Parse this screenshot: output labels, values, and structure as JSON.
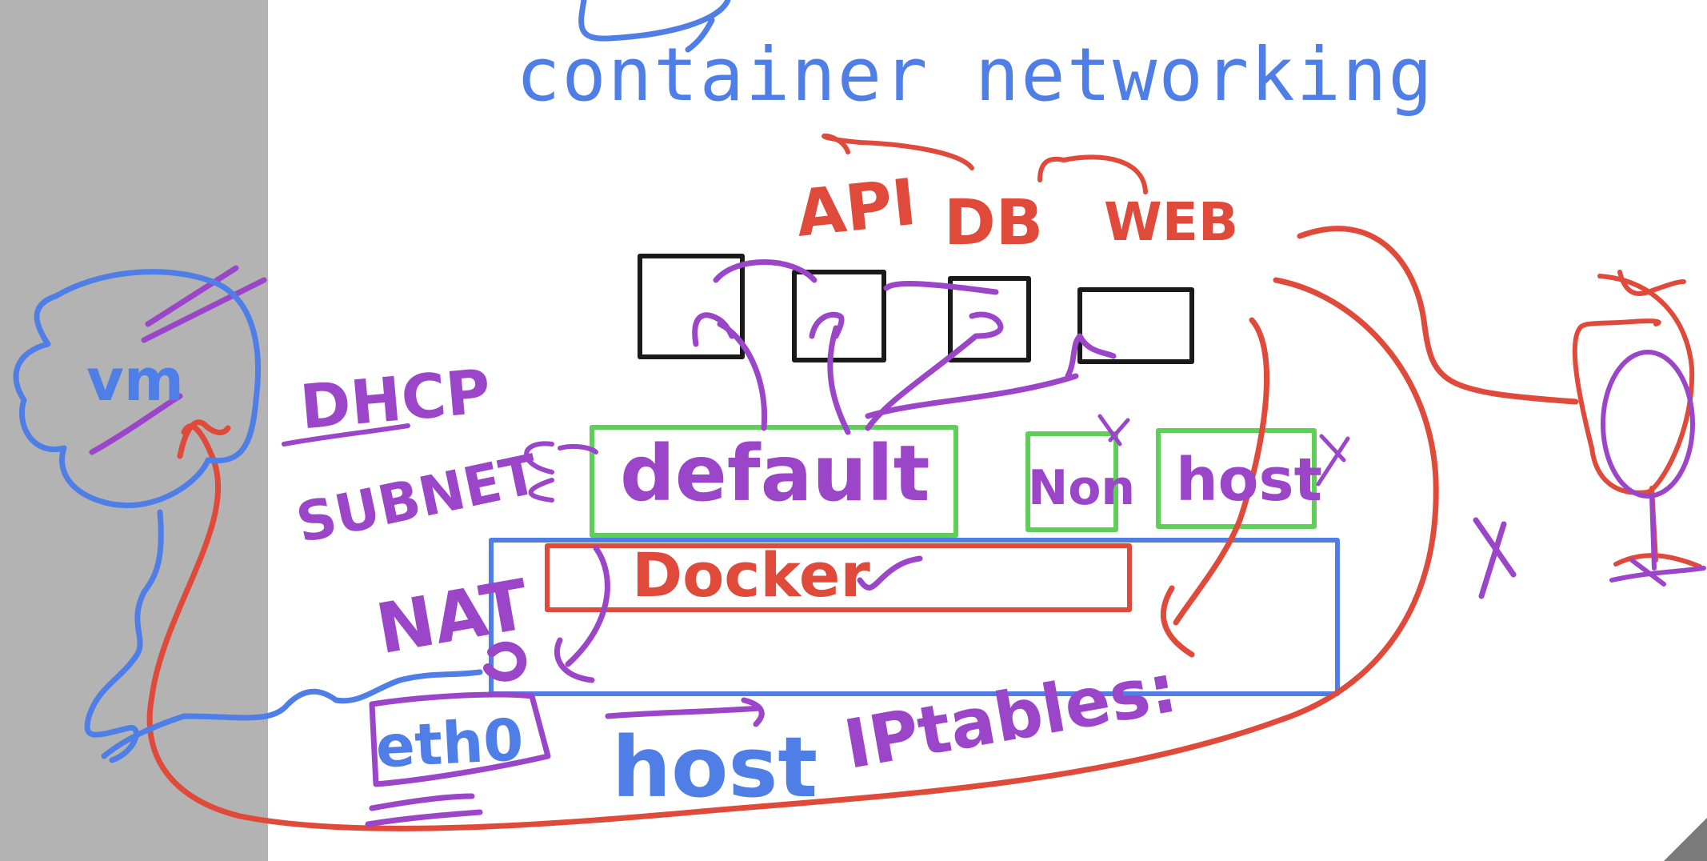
{
  "title": "container networking",
  "colors": {
    "blue": "#4f7fe6",
    "red": "#e04a3a",
    "purple": "#9b45c9",
    "green": "#5fcf5a",
    "black": "#1a1a1a",
    "gray_strip": "#b3b3b3"
  },
  "labels": {
    "api": "API",
    "db": "DB",
    "web": "WEB",
    "dhcp": "DHCP",
    "subnet": "SUBNET",
    "nat": "NAT",
    "vm": "vm",
    "default": "default",
    "none": "Non",
    "host_net": "host",
    "docker": "Docker",
    "eth0": "eth0",
    "host": "host",
    "iptables": "IPtables:"
  }
}
